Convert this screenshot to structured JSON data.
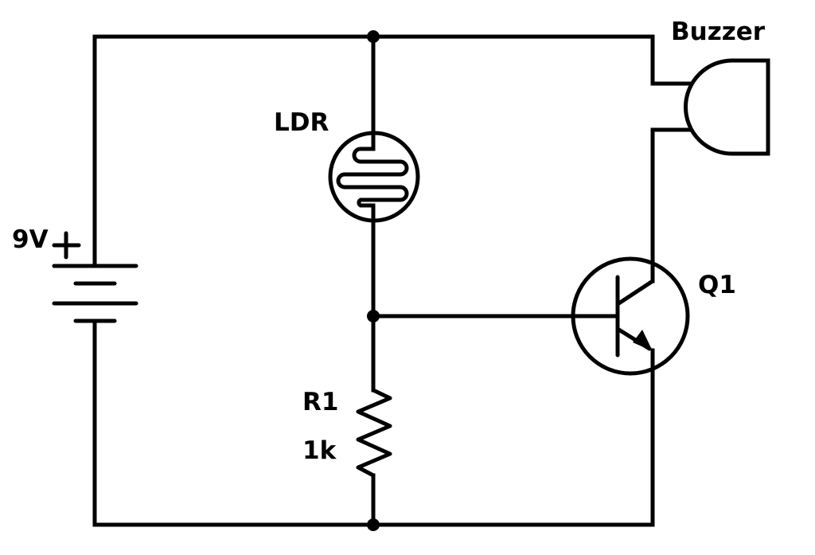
{
  "diagram": {
    "type": "circuit-schematic",
    "colors": {
      "line": "#000000",
      "background": "#ffffff"
    },
    "components": {
      "battery": {
        "label": "9V",
        "polarity_symbol": "+"
      },
      "ldr": {
        "label": "LDR"
      },
      "resistor": {
        "label": "R1",
        "value": "1k"
      },
      "transistor": {
        "label": "Q1",
        "kind": "NPN"
      },
      "buzzer": {
        "label": "Buzzer"
      }
    },
    "junctions": [
      "top-rail-ldr",
      "ldr-r1-base-node",
      "bottom-rail-r1"
    ]
  }
}
